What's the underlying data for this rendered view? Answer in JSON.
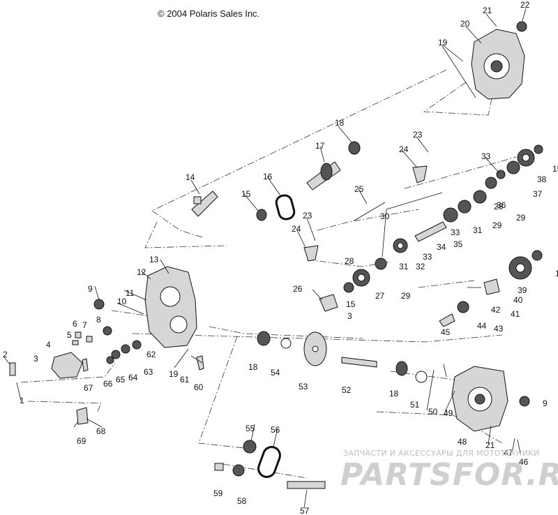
{
  "copyright": "© 2004 Polaris Sales Inc.",
  "watermark": {
    "line1": "ЗАПЧАСТИ И АКСЕССУАРЫ ДЛЯ МОТОТЕХНИКИ",
    "line2": "PARTSFOR.RU"
  },
  "callouts": [
    "1",
    "2",
    "3",
    "4",
    "5",
    "6",
    "7",
    "8",
    "9",
    "10",
    "11",
    "12",
    "13",
    "14",
    "15",
    "16",
    "17",
    "18",
    "19",
    "20",
    "21",
    "22",
    "23",
    "24",
    "25",
    "26",
    "27",
    "28",
    "29",
    "30",
    "31",
    "32",
    "33",
    "34",
    "35",
    "36",
    "37",
    "38",
    "39",
    "40",
    "41",
    "42",
    "43",
    "44",
    "45",
    "46",
    "47",
    "48",
    "49",
    "50",
    "51",
    "52",
    "53",
    "54",
    "55",
    "56",
    "57",
    "58",
    "59",
    "60",
    "61",
    "62",
    "63",
    "64",
    "65",
    "66",
    "67",
    "68",
    "69"
  ]
}
